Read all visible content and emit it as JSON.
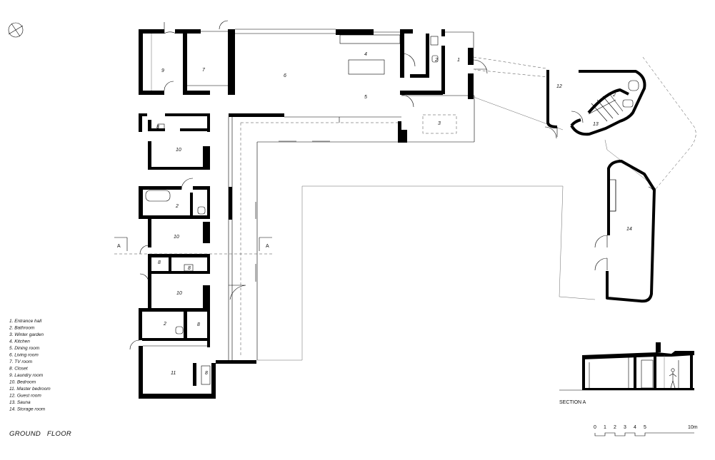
{
  "plan_title": "GROUND   FLOOR",
  "section_title": "SECTION A",
  "section_marker": "A",
  "legend": [
    "1. Entrance hall",
    "2. Bathroom",
    "3. Winter garden",
    "4. Kitchen",
    "5. Dining room",
    "6. Living room",
    "7. TV room",
    "8. Closet",
    "9. Laundry room",
    "10. Bedroom",
    "11. Master bedroom",
    "12. Guest room",
    "13. Sauna",
    "14. Storage room"
  ],
  "rooms": {
    "r1": "1",
    "r2a": "2",
    "r2b": "2",
    "r2c": "2",
    "r2d": "2",
    "r3": "3",
    "r4": "4",
    "r5": "5",
    "r6": "6",
    "r7": "7",
    "r8a": "8",
    "r8b": "8",
    "r8c": "8",
    "r8d": "8",
    "r8e": "8",
    "r8f": "8",
    "r9": "9",
    "r10a": "10",
    "r10b": "10",
    "r10c": "10",
    "r11": "11",
    "r12": "12",
    "r13": "13",
    "r14": "14"
  },
  "scale_bar": {
    "ticks": [
      "0",
      "1",
      "2",
      "3",
      "4",
      "5"
    ],
    "end_label": "10m"
  },
  "icons": [
    "north-arrow-icon",
    "person-figure-icon"
  ]
}
